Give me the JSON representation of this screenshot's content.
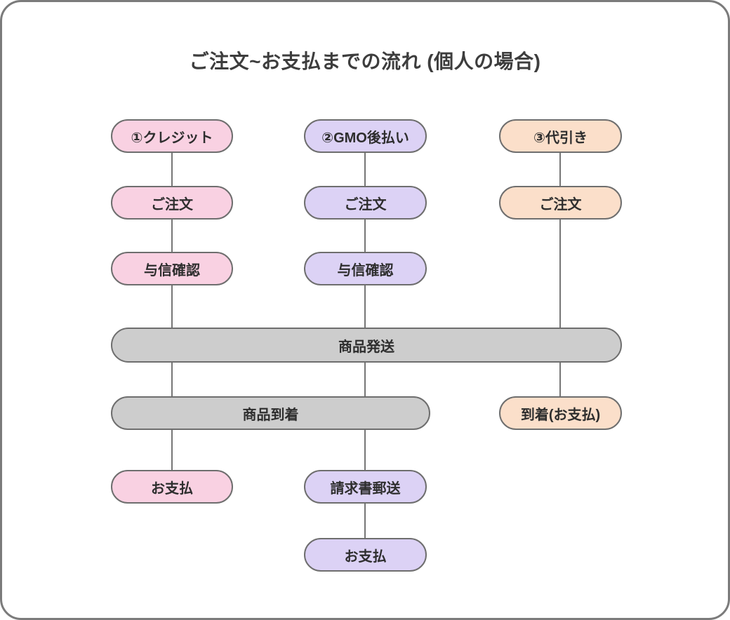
{
  "title": "ご注文~お支払までの流れ (個人の場合)",
  "colors": {
    "pink": "#F9D1E2",
    "lavender": "#DCD2F5",
    "peach": "#FBDFCA",
    "gray": "#CDCDCD",
    "node_border": "#6E6E6E",
    "card_border": "#7B7B7B",
    "line": "#767676",
    "title_text": "#3D3D3D",
    "node_text": "#2E2E2E"
  },
  "columns": [
    {
      "id": "credit-card",
      "accent": "pink",
      "steps": [
        {
          "label": "①クレジット"
        },
        {
          "label": "ご注文"
        },
        {
          "label": "与信確認"
        },
        {
          "label": "お支払"
        }
      ]
    },
    {
      "id": "gmo-deferred-payment",
      "accent": "lavender",
      "steps": [
        {
          "label": "②GMO後払い"
        },
        {
          "label": "ご注文"
        },
        {
          "label": "与信確認"
        },
        {
          "label": "請求書郵送"
        },
        {
          "label": "お支払"
        }
      ]
    },
    {
      "id": "cash-on-delivery",
      "accent": "peach",
      "steps": [
        {
          "label": "③代引き"
        },
        {
          "label": "ご注文"
        },
        {
          "label": "到着(お支払)"
        }
      ]
    }
  ],
  "shared": {
    "shipping": "商品発送",
    "arrival": "商品到着"
  }
}
